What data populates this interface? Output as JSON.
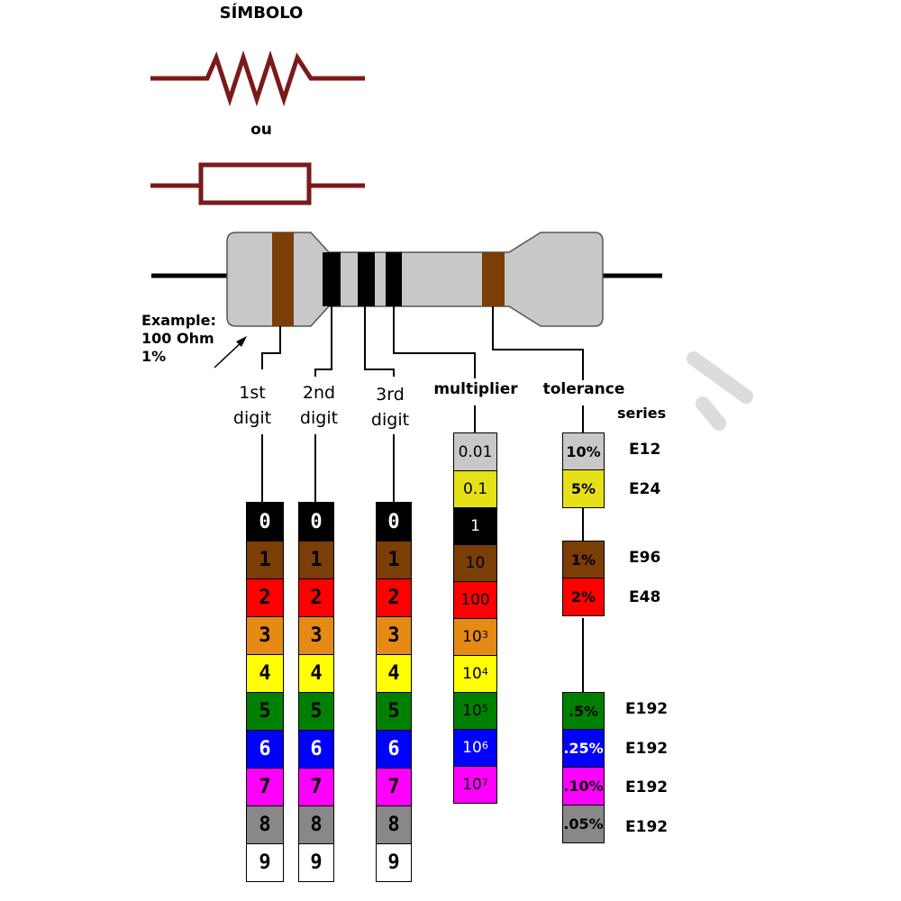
{
  "title": "SÍMBOLO",
  "or_label": "ou",
  "example": {
    "line1": "Example:",
    "line2": "100 Ohm",
    "line3": "1%"
  },
  "headers": {
    "digit1_a": "1st",
    "digit1_b": "digit",
    "digit2_a": "2nd",
    "digit2_b": "digit",
    "digit3_a": "3rd",
    "digit3_b": "digit",
    "multiplier": "multiplier",
    "tolerance": "tolerance",
    "series": "series"
  },
  "colors": {
    "black": "#000000",
    "brown": "#7a3e06",
    "red": "#ff0000",
    "orange": "#e58a14",
    "yellow": "#ffff00",
    "green": "#008000",
    "blue": "#0000ff",
    "violet": "#ff00ff",
    "gray": "#888888",
    "white": "#ffffff",
    "silver": "#c8c8c8",
    "gold": "#e6e019",
    "resistor_body": "#c8c8c8",
    "symbol_stroke": "#7a1a1a"
  },
  "digits": [
    {
      "label": "0",
      "color": "#000000",
      "text": "#ffffff"
    },
    {
      "label": "1",
      "color": "#7a3e06",
      "text": "#000000"
    },
    {
      "label": "2",
      "color": "#ff0000",
      "text": "#000000"
    },
    {
      "label": "3",
      "color": "#e58a14",
      "text": "#000000"
    },
    {
      "label": "4",
      "color": "#ffff00",
      "text": "#000000"
    },
    {
      "label": "5",
      "color": "#008000",
      "text": "#000000"
    },
    {
      "label": "6",
      "color": "#0000ff",
      "text": "#ffffff"
    },
    {
      "label": "7",
      "color": "#ff00ff",
      "text": "#000000"
    },
    {
      "label": "8",
      "color": "#888888",
      "text": "#000000"
    },
    {
      "label": "9",
      "color": "#ffffff",
      "text": "#000000"
    }
  ],
  "multipliers": [
    {
      "base": "0.01",
      "exp": "",
      "color": "#c8c8c8",
      "text": "#000000"
    },
    {
      "base": "0.1",
      "exp": "",
      "color": "#e6e019",
      "text": "#000000"
    },
    {
      "base": "1",
      "exp": "",
      "color": "#000000",
      "text": "#ffffff"
    },
    {
      "base": "10",
      "exp": "",
      "color": "#7a3e06",
      "text": "#000000"
    },
    {
      "base": "100",
      "exp": "",
      "color": "#ff0000",
      "text": "#000000"
    },
    {
      "base": "10",
      "exp": "3",
      "color": "#e58a14",
      "text": "#000000"
    },
    {
      "base": "10",
      "exp": "4",
      "color": "#ffff00",
      "text": "#000000"
    },
    {
      "base": "10",
      "exp": "5",
      "color": "#008000",
      "text": "#000000"
    },
    {
      "base": "10",
      "exp": "6",
      "color": "#0000ff",
      "text": "#ffffff"
    },
    {
      "base": "10",
      "exp": "7",
      "color": "#ff00ff",
      "text": "#000000"
    }
  ],
  "tolerances": [
    {
      "group": [
        {
          "label": "10%",
          "color": "#c8c8c8",
          "text": "#000000",
          "series": "E12"
        },
        {
          "label": "5%",
          "color": "#e6e019",
          "text": "#000000",
          "series": "E24"
        }
      ]
    },
    {
      "group": [
        {
          "label": "1%",
          "color": "#7a3e06",
          "text": "#000000",
          "series": "E96"
        },
        {
          "label": "2%",
          "color": "#ff0000",
          "text": "#000000",
          "series": "E48"
        }
      ]
    },
    {
      "group": [
        {
          "label": ".5%",
          "color": "#008000",
          "text": "#000000",
          "series": "E192"
        },
        {
          "label": ".25%",
          "color": "#0000ff",
          "text": "#ffffff",
          "series": "E192"
        },
        {
          "label": ".10%",
          "color": "#ff00ff",
          "text": "#000000",
          "series": "E192"
        },
        {
          "label": ".05%",
          "color": "#888888",
          "text": "#000000",
          "series": "E192"
        }
      ]
    }
  ]
}
